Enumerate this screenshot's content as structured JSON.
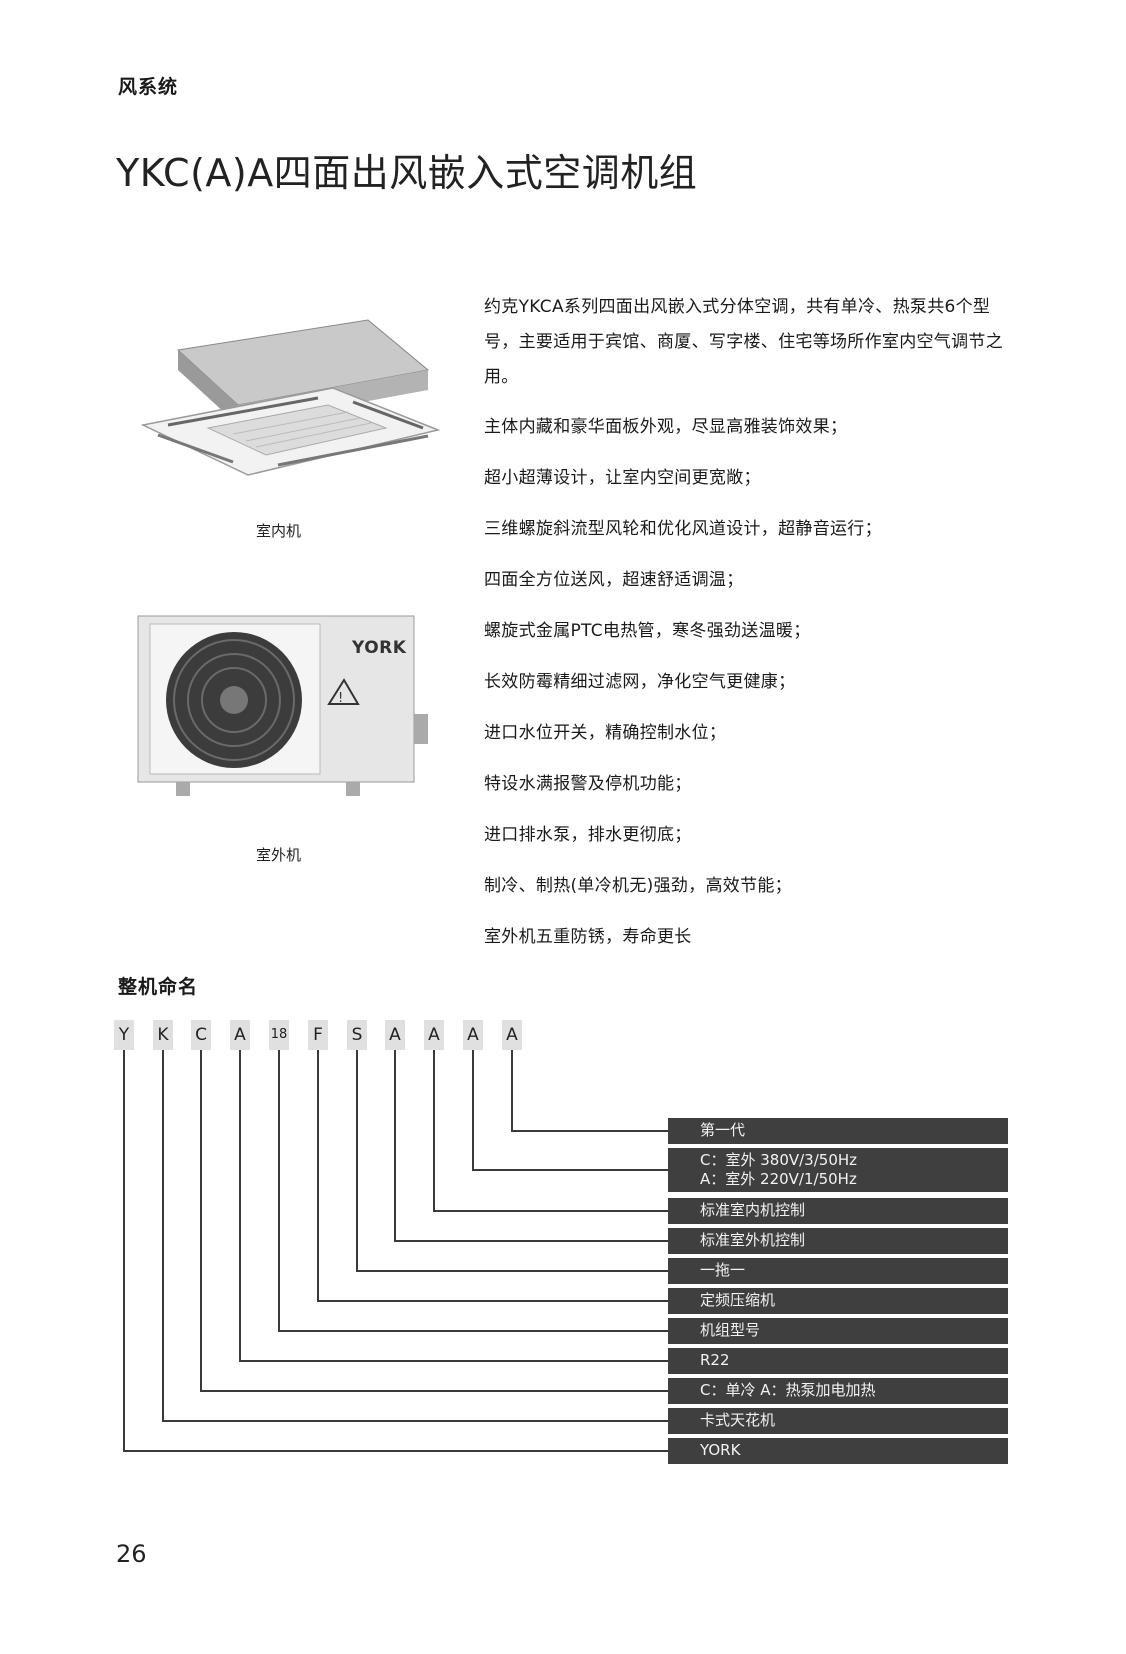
{
  "header": {
    "section": "风系统",
    "title": "YKC(A)A四面出风嵌入式空调机组"
  },
  "intro": "约克YKCA系列四面出风嵌入式分体空调，共有单冷、热泵共6个型号，主要适用于宾馆、商厦、写字楼、住宅等场所作室内空气调节之用。",
  "features": [
    "主体内藏和豪华面板外观，尽显高雅装饰效果；",
    "超小超薄设计，让室内空间更宽敞；",
    "三维螺旋斜流型风轮和优化风道设计，超静音运行；",
    "四面全方位送风，超速舒适调温；",
    "螺旋式金属PTC电热管，寒冬强劲送温暖；",
    "长效防霉精细过滤网，净化空气更健康；",
    "进口水位开关，精确控制水位；",
    "特设水满报警及停机功能；",
    "进口排水泵，排水更彻底；",
    "制冷、制热(单冷机无)强劲，高效节能；",
    "室外机五重防锈，寿命更长"
  ],
  "captions": {
    "indoor": "室内机",
    "outdoor": "室外机"
  },
  "outdoor_brand": "YORK",
  "naming": {
    "title": "整机命名",
    "code": [
      "Y",
      "K",
      "C",
      "A",
      "18",
      "F",
      "S",
      "A",
      "A",
      "A",
      "A"
    ],
    "labels": [
      [
        "第一代"
      ],
      [
        "C：室外  380V/3/50Hz",
        "A：室外  220V/1/50Hz"
      ],
      [
        "标准室内机控制"
      ],
      [
        "标准室外机控制"
      ],
      [
        "一拖一"
      ],
      [
        "定频压缩机"
      ],
      [
        "机组型号"
      ],
      [
        "R22"
      ],
      [
        "C：单冷    A：热泵加电加热"
      ],
      [
        "卡式天花机"
      ],
      [
        "YORK"
      ]
    ]
  },
  "page_number": "26",
  "colors": {
    "label_bg": "#3f3f3f",
    "letter_bg": "#e0e0e0",
    "line": "#3a3a3a"
  }
}
